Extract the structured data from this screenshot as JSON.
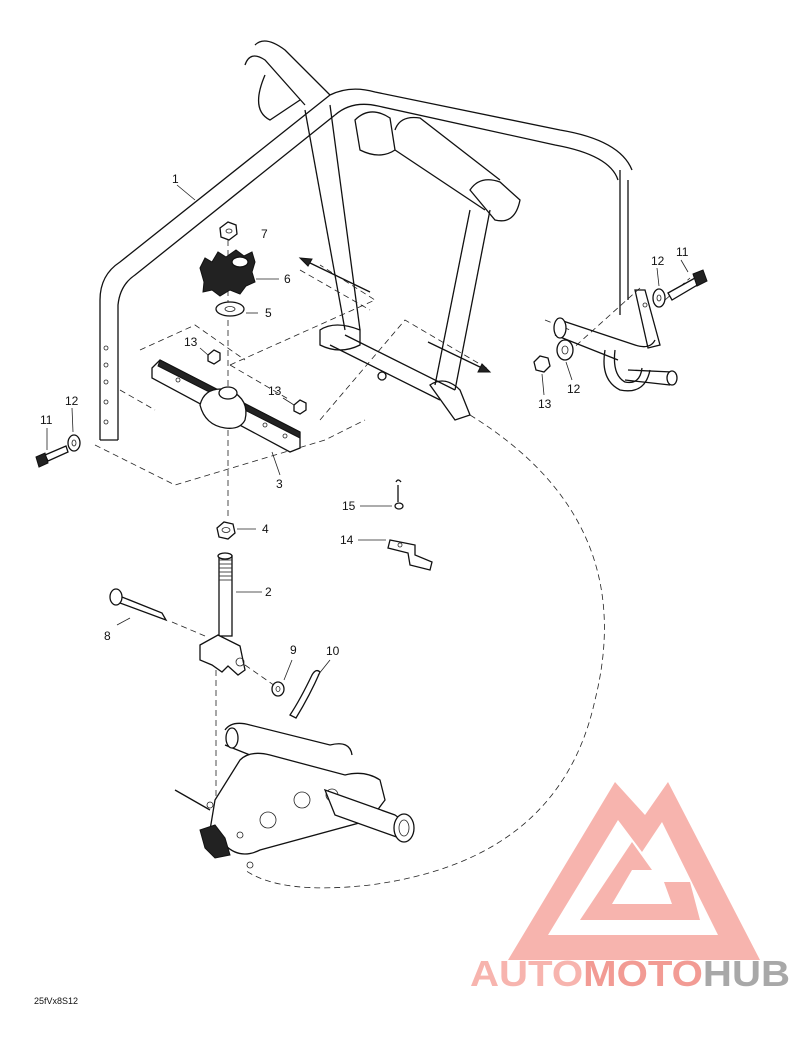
{
  "diagram": {
    "code": "25fVx8S12",
    "callouts": [
      {
        "id": "c1",
        "text": "1"
      },
      {
        "id": "c2",
        "text": "2"
      },
      {
        "id": "c3",
        "text": "3"
      },
      {
        "id": "c4",
        "text": "4"
      },
      {
        "id": "c5",
        "text": "5"
      },
      {
        "id": "c6",
        "text": "6"
      },
      {
        "id": "c7",
        "text": "7"
      },
      {
        "id": "c8",
        "text": "8"
      },
      {
        "id": "c9",
        "text": "9"
      },
      {
        "id": "c10",
        "text": "10"
      },
      {
        "id": "c11a",
        "text": "11"
      },
      {
        "id": "c11b",
        "text": "11"
      },
      {
        "id": "c12a",
        "text": "12"
      },
      {
        "id": "c12b",
        "text": "12"
      },
      {
        "id": "c12c",
        "text": "12"
      },
      {
        "id": "c13a",
        "text": "13"
      },
      {
        "id": "c13b",
        "text": "13"
      },
      {
        "id": "c13c",
        "text": "13"
      },
      {
        "id": "c14",
        "text": "14"
      },
      {
        "id": "c15",
        "text": "15"
      }
    ]
  },
  "watermark": {
    "part1": "AUTO",
    "part2": "MOTO",
    "part3": "HUB",
    "color_light": "#f6a8a0",
    "color_red": "#e8403a",
    "color_gray": "#9a9a9a"
  }
}
